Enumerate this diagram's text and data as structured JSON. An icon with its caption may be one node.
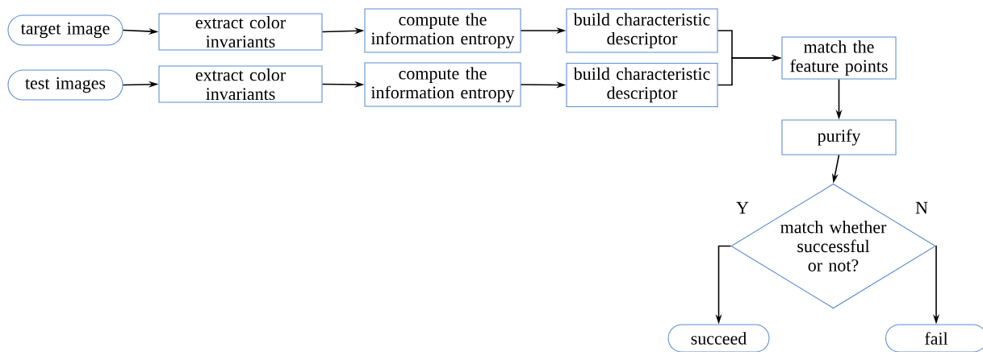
{
  "diagram": {
    "nodes": [
      {
        "text": [
          "target image"
        ]
      },
      {
        "text": [
          "extract color invariants"
        ]
      },
      {
        "text": [
          "compute the information entropy"
        ]
      },
      {
        "text": [
          "build characteristic descriptor"
        ]
      },
      {
        "text": [
          "match the feature points"
        ]
      },
      {
        "text": [
          "test images"
        ]
      },
      {
        "text": [
          "extract color invariants"
        ]
      },
      {
        "text": [
          "compute the information entropy"
        ]
      },
      {
        "text": [
          "build characteristic descriptor"
        ]
      },
      {
        "text": [
          "purify"
        ]
      },
      {
        "text": [
          "match whether successful or not?"
        ]
      },
      {
        "text": [
          "succeed"
        ]
      },
      {
        "text": [
          "fail"
        ]
      }
    ],
    "edges": [
      {
        "from": 0,
        "to": 1,
        "arrow": "to"
      },
      {
        "from": 1,
        "to": 2,
        "arrow": "to"
      },
      {
        "from": 2,
        "to": 3,
        "arrow": "to"
      },
      {
        "from": 5,
        "to": 6,
        "arrow": "to"
      },
      {
        "from": 6,
        "to": 7,
        "arrow": "to"
      },
      {
        "from": 7,
        "to": 8,
        "arrow": "to"
      },
      {
        "from": 3,
        "to": 4,
        "arrow": "to"
      },
      {
        "from": 8,
        "to": 4,
        "arrow": "to"
      },
      {
        "from": 4,
        "to": 9,
        "arrow": "to"
      },
      {
        "from": 9,
        "to": 10,
        "arrow": "to"
      },
      {
        "from": 10,
        "to": 11,
        "label": "Y",
        "arrow": "to"
      },
      {
        "from": 10,
        "to": 12,
        "label": "N",
        "arrow": "to"
      }
    ]
  }
}
